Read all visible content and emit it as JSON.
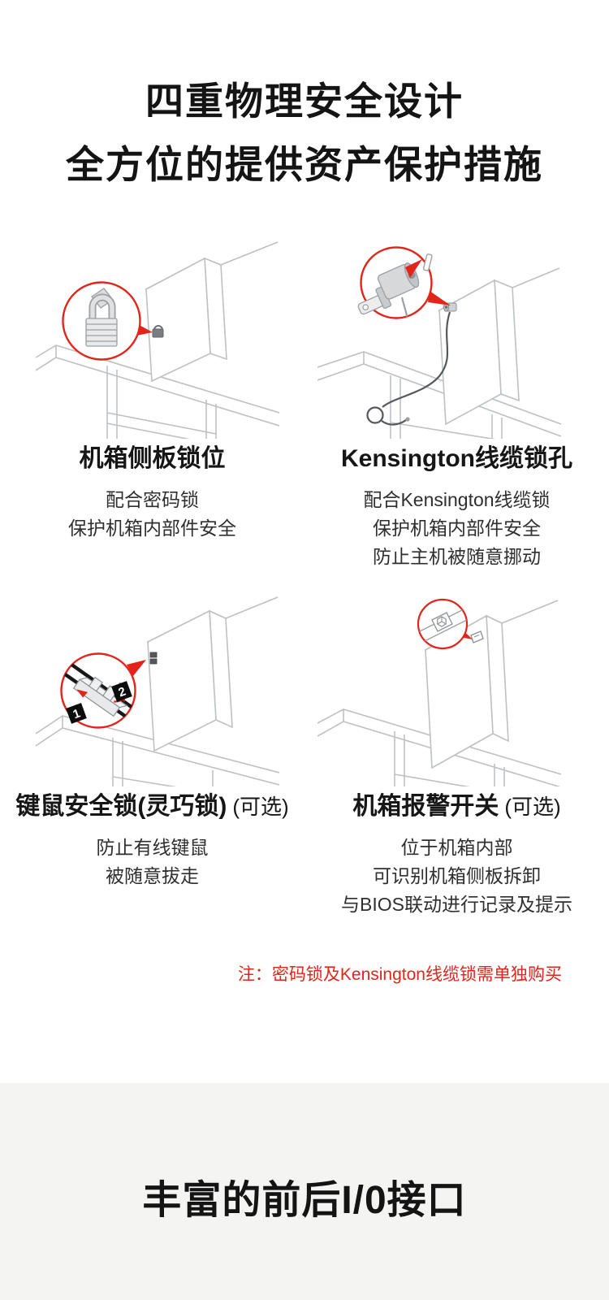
{
  "page": {
    "background": "#ffffff",
    "accent_red": "#e1251b",
    "line_gray": "#bdc1c4"
  },
  "header": {
    "title_line1": "四重物理安全设计",
    "title_line2": "全方位的提供资产保护措施"
  },
  "features": [
    {
      "illustration": "chassis-side-panel-lock",
      "title": "机箱侧板锁位",
      "suffix": "",
      "desc": [
        "配合密码锁",
        "保护机箱内部件安全"
      ]
    },
    {
      "illustration": "kensington-cable-lock-slot",
      "title": "Kensington线缆锁孔",
      "suffix": "",
      "desc": [
        "配合Kensington线缆锁",
        "保护机箱内部件安全",
        "防止主机被随意挪动"
      ]
    },
    {
      "illustration": "keyboard-mouse-smart-lock",
      "title": "键鼠安全锁(灵巧锁)",
      "suffix": "(可选)",
      "labels": [
        "1",
        "2"
      ],
      "desc": [
        "防止有线键鼠",
        "被随意拔走"
      ]
    },
    {
      "illustration": "chassis-alarm-switch",
      "title": "机箱报警开关",
      "suffix": "(可选)",
      "desc": [
        "位于机箱内部",
        "可识别机箱侧板拆卸",
        "与BIOS联动进行记录及提示"
      ]
    }
  ],
  "note": "注：密码锁及Kensington线缆锁需单独购买",
  "next_section": {
    "title": "丰富的前后I/0接口",
    "background": "#f4f4f3"
  }
}
